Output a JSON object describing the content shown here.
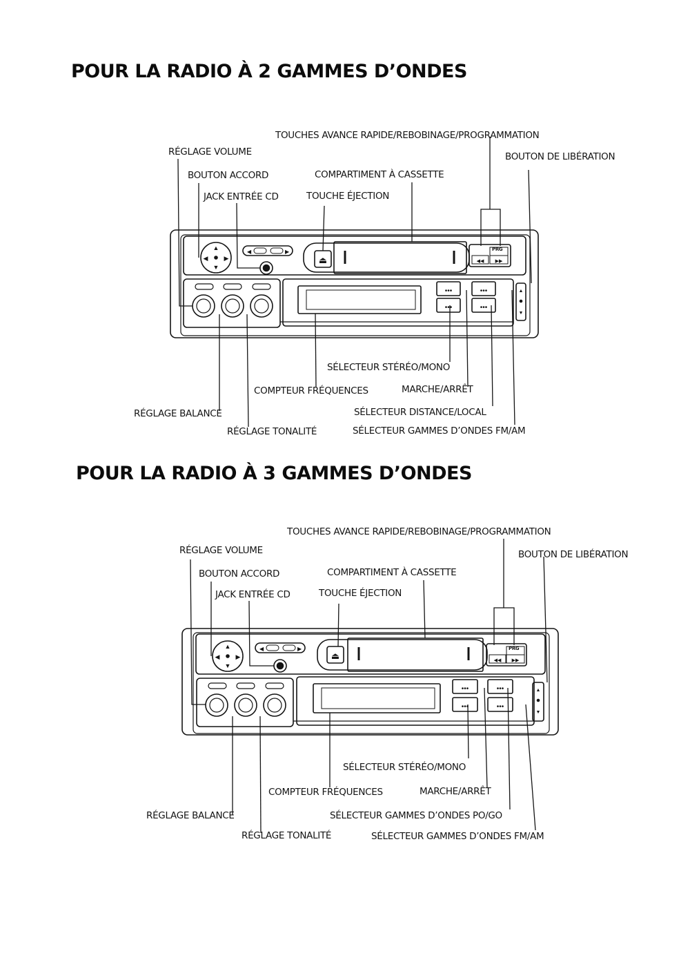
{
  "section_2_bands": {
    "title": "POUR LA RADIO À 2 GAMMES D’ONDES",
    "labels": {
      "ff_rew_prog": "TOUCHES AVANCE RAPIDE/REBOBINAGE/PROGRAMMATION",
      "release_button": "BOUTON DE LIBÉRATION",
      "volume": "RÉGLAGE VOLUME",
      "tuning": "BOUTON ACCORD",
      "cassette_compartment": "COMPARTIMENT À CASSETTE",
      "cd_jack": "JACK ENTRÉE CD",
      "eject": "TOUCHE ÉJECTION",
      "stereo_mono": "SÉLECTEUR STÉRÉO/MONO",
      "frequency_counter": "COMPTEUR FRÉQUENCES",
      "on_off": "MARCHE/ARRÊT",
      "balance": "RÉGLAGE BALANCE",
      "distance_local": "SÉLECTEUR DISTANCE/LOCAL",
      "tone": "RÉGLAGE TONALITÉ",
      "band_fm_am": "SÉLECTEUR GAMMES D’ONDES FM/AM"
    },
    "device": {
      "prog_key": "PRG"
    }
  },
  "section_3_bands": {
    "title": "POUR LA RADIO À 3 GAMMES D’ONDES",
    "labels": {
      "ff_rew_prog": "TOUCHES AVANCE RAPIDE/REBOBINAGE/PROGRAMMATION",
      "volume": "RÉGLAGE VOLUME",
      "release_button": "BOUTON DE LIBÉRATION",
      "tuning": "BOUTON ACCORD",
      "cassette_compartment": "COMPARTIMENT À CASSETTE",
      "cd_jack": "JACK ENTRÉE CD",
      "eject": "TOUCHE ÉJECTION",
      "stereo_mono": "SÉLECTEUR STÉRÉO/MONO",
      "frequency_counter": "COMPTEUR FRÉQUENCES",
      "on_off": "MARCHE/ARRÊT",
      "band_po_go": "SÉLECTEUR GAMMES D’ONDES PO/GO",
      "balance": "RÉGLAGE BALANCE",
      "tone": "RÉGLAGE TONALITÉ",
      "band_fm_am": "SÉLECTEUR GAMMES D’ONDES FM/AM"
    },
    "device": {
      "prog_key": "PRG"
    }
  },
  "colors": {
    "ink": "#141414",
    "paper": "#ffffff"
  }
}
